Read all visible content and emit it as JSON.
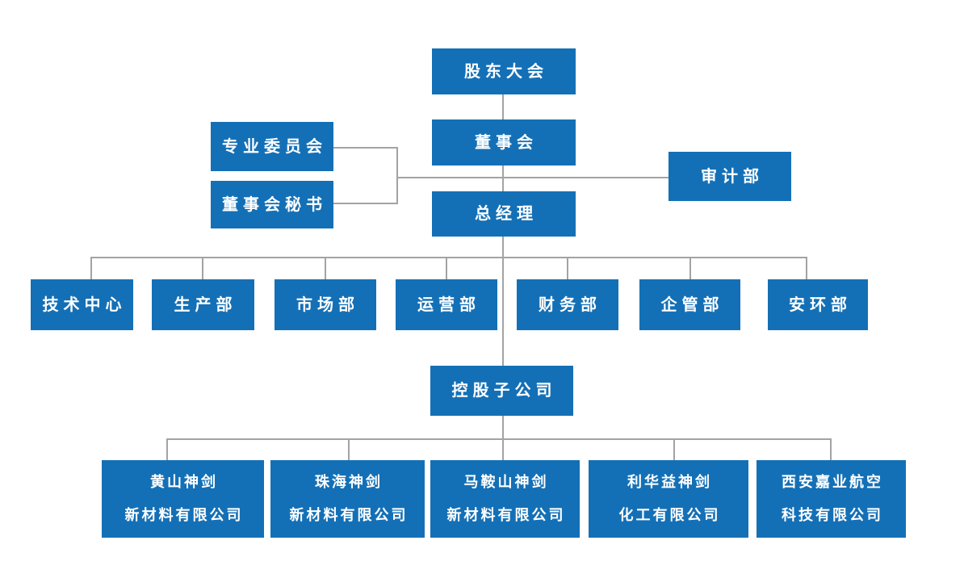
{
  "diagram": {
    "type": "org-chart",
    "colors": {
      "node_fill": "#1470b6",
      "node_text": "#ffffff",
      "connector": "#a3a3a3",
      "background": "#ffffff"
    },
    "nodes": [
      {
        "id": "shareholders-meeting",
        "lines": [
          "股东大会"
        ]
      },
      {
        "id": "board-of-directors",
        "lines": [
          "董事会"
        ]
      },
      {
        "id": "special-committee",
        "lines": [
          "专业委员会"
        ]
      },
      {
        "id": "board-secretary",
        "lines": [
          "董事会秘书"
        ]
      },
      {
        "id": "audit-dept",
        "lines": [
          "审计部"
        ]
      },
      {
        "id": "general-manager",
        "lines": [
          "总经理"
        ]
      },
      {
        "id": "tech-center",
        "lines": [
          "技术中心"
        ]
      },
      {
        "id": "production-dept",
        "lines": [
          "生产部"
        ]
      },
      {
        "id": "marketing-dept",
        "lines": [
          "市场部"
        ]
      },
      {
        "id": "operations-dept",
        "lines": [
          "运营部"
        ]
      },
      {
        "id": "finance-dept",
        "lines": [
          "财务部"
        ]
      },
      {
        "id": "enterprise-mgmt-dept",
        "lines": [
          "企管部"
        ]
      },
      {
        "id": "safety-env-dept",
        "lines": [
          "安环部"
        ]
      },
      {
        "id": "holding-subsidiaries",
        "lines": [
          "控股子公司"
        ]
      },
      {
        "id": "huangshan-shenjian",
        "lines": [
          "黄山神剑",
          "新材料有限公司"
        ]
      },
      {
        "id": "zhuhai-shenjian",
        "lines": [
          "珠海神剑",
          "新材料有限公司"
        ]
      },
      {
        "id": "maanshan-shenjian",
        "lines": [
          "马鞍山神剑",
          "新材料有限公司"
        ]
      },
      {
        "id": "lihuayi-shenjian",
        "lines": [
          "利华益神剑",
          "化工有限公司"
        ]
      },
      {
        "id": "xian-jiaye",
        "lines": [
          "西安嘉业航空",
          "科技有限公司"
        ]
      }
    ]
  }
}
